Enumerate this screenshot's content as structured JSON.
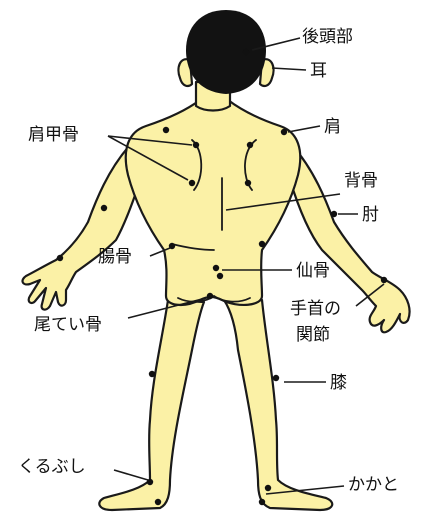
{
  "labels": {
    "occiput": "後頭部",
    "ear": "耳",
    "shoulder": "肩",
    "scapula": "肩甲骨",
    "spine": "背骨",
    "elbow": "肘",
    "ilium": "腸骨",
    "sacrum": "仙骨",
    "wrist_line1": "手首の",
    "wrist_line2": "関節",
    "coccyx": "尾てい骨",
    "knee": "膝",
    "ankle": "くるぶし",
    "heel": "かかと"
  },
  "colors": {
    "skin": "#FBF1A6",
    "hair": "#121212",
    "outline": "#1a1a1a",
    "background": "#ffffff"
  }
}
